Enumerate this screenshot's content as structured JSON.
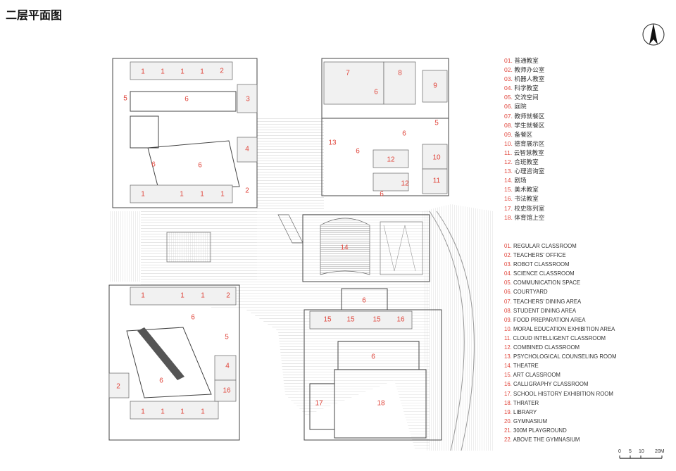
{
  "title": "二层平面图",
  "north_label": "N",
  "legend_cn": [
    {
      "num": "01.",
      "text": "普通教室"
    },
    {
      "num": "02.",
      "text": "教师办公室"
    },
    {
      "num": "03.",
      "text": "机器人教室"
    },
    {
      "num": "04.",
      "text": "科学教室"
    },
    {
      "num": "05.",
      "text": "交流空间"
    },
    {
      "num": "06.",
      "text": "庭院"
    },
    {
      "num": "07.",
      "text": "教师就餐区"
    },
    {
      "num": "08.",
      "text": "学生就餐区"
    },
    {
      "num": "09.",
      "text": "备餐区"
    },
    {
      "num": "10.",
      "text": "德育展示区"
    },
    {
      "num": "11.",
      "text": "云智慧教室"
    },
    {
      "num": "12.",
      "text": "合班教室"
    },
    {
      "num": "13.",
      "text": "心理咨询室"
    },
    {
      "num": "14.",
      "text": "剧场"
    },
    {
      "num": "15.",
      "text": "美术教室"
    },
    {
      "num": "16.",
      "text": "书法教室"
    },
    {
      "num": "17.",
      "text": "校史陈列室"
    },
    {
      "num": "18.",
      "text": "体育馆上空"
    }
  ],
  "legend_en": [
    {
      "num": "01.",
      "text": "REGULAR CLASSROOM"
    },
    {
      "num": "02.",
      "text": "TEACHERS' OFFICE"
    },
    {
      "num": "03.",
      "text": "ROBOT CLASSROOM"
    },
    {
      "num": "04.",
      "text": "SCIENCE CLASSROOM"
    },
    {
      "num": "05.",
      "text": "COMMUNICATION SPACE"
    },
    {
      "num": "06.",
      "text": "COURTYARD"
    },
    {
      "num": "07.",
      "text": "TEACHERS' DINING AREA"
    },
    {
      "num": "08.",
      "text": "STUDENT DINING AREA"
    },
    {
      "num": "09.",
      "text": "FOOD PREPARATION AREA"
    },
    {
      "num": "10.",
      "text": "MORAL EDUCATION EXHIBITION AREA"
    },
    {
      "num": "11.",
      "text": "CLOUD INTELLIGENT CLASSROOM"
    },
    {
      "num": "12.",
      "text": "COMBINED CLASSROOM"
    },
    {
      "num": "13.",
      "text": "PSYCHOLOGICAL COUNSELING ROOM"
    },
    {
      "num": "14.",
      "text": "THEATRE"
    },
    {
      "num": "15.",
      "text": "ART CLASSROOM"
    },
    {
      "num": "16.",
      "text": "CALLIGRAPHY CLASSROOM"
    },
    {
      "num": "17.",
      "text": "SCHOOL HISTORY EXHIBITION ROOM"
    },
    {
      "num": "18.",
      "text": "THRATER"
    },
    {
      "num": "19.",
      "text": "LIBRARY"
    },
    {
      "num": "20.",
      "text": "GYMNASIUM"
    },
    {
      "num": "21.",
      "text": "300M PLAYGROUND"
    },
    {
      "num": "22.",
      "text": "ABOVE THE GYMNASIUM"
    }
  ],
  "scale_labels": [
    "0",
    "5",
    "10",
    "20M"
  ],
  "room_labels": [
    "1",
    "1",
    "1",
    "1",
    "2",
    "5",
    "6",
    "3",
    "6",
    "6",
    "4",
    "2",
    "1",
    "1",
    "1",
    "1",
    "7",
    "8",
    "6",
    "9",
    "6",
    "5",
    "13",
    "6",
    "12",
    "10",
    "12",
    "11",
    "6",
    "14",
    "1",
    "1",
    "1",
    "2",
    "6",
    "5",
    "6",
    "4",
    "2",
    "16",
    "1",
    "1",
    "1",
    "1",
    "6",
    "15",
    "15",
    "15",
    "16",
    "6",
    "17",
    "18"
  ],
  "colors": {
    "label": "#e0463c",
    "line": "#555555",
    "hatch": "#bbbbbb"
  }
}
